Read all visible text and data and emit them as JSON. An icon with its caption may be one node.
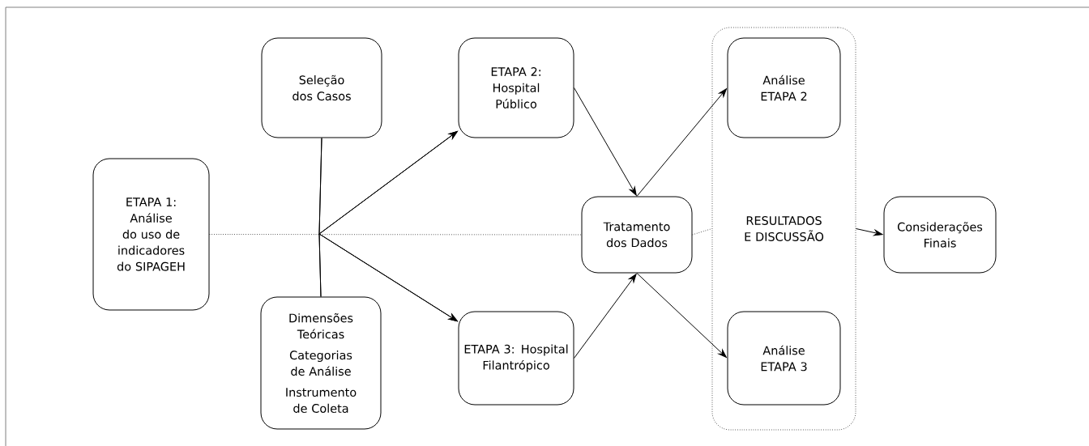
{
  "diagram": {
    "nodes": [
      {
        "text": [
          "ETAPA 1: Análise do uso de indicadores do SIPAGEH"
        ]
      },
      {
        "text": [
          "Seleção dos Casos"
        ]
      },
      {
        "text": [
          "Dimensões Teóricas",
          "Categorias de Análise",
          "Instrumento de Coleta"
        ]
      },
      {
        "text": [
          "ETAPA 2: Hospital Público"
        ]
      },
      {
        "text": [
          "ETAPA 3: Hospital Filantrópico"
        ]
      },
      {
        "text": [
          "Tratamento dos Dados"
        ]
      },
      {
        "text": [
          "RESULTADOS E DISCUSSÃO"
        ]
      },
      {
        "text": [
          "Análise ETAPA 2"
        ],
        "in": 6
      },
      {
        "text": [
          "Análise ETAPA 3"
        ],
        "in": 6
      },
      {
        "text": [
          "Considerações Finais"
        ]
      }
    ],
    "edges": [
      {
        "from": 1,
        "to": 3,
        "arrow": "to"
      },
      {
        "from": 1,
        "to": 4,
        "arrow": "to"
      },
      {
        "from": 2,
        "to": 3,
        "arrow": "to"
      },
      {
        "from": 2,
        "to": 4,
        "arrow": "to"
      },
      {
        "from": 3,
        "to": 5,
        "arrow": "to"
      },
      {
        "from": 4,
        "to": 5,
        "arrow": "to"
      },
      {
        "from": 5,
        "to": 7,
        "arrow": "to"
      },
      {
        "from": 5,
        "to": 8,
        "arrow": "to"
      },
      {
        "from": 0,
        "to": 5,
        "arrow": "none",
        "style": "dashed"
      },
      {
        "from": 5,
        "to": 6,
        "arrow": "none",
        "style": "dashed"
      },
      {
        "from": 6,
        "to": 9,
        "arrow": "to"
      }
    ]
  }
}
